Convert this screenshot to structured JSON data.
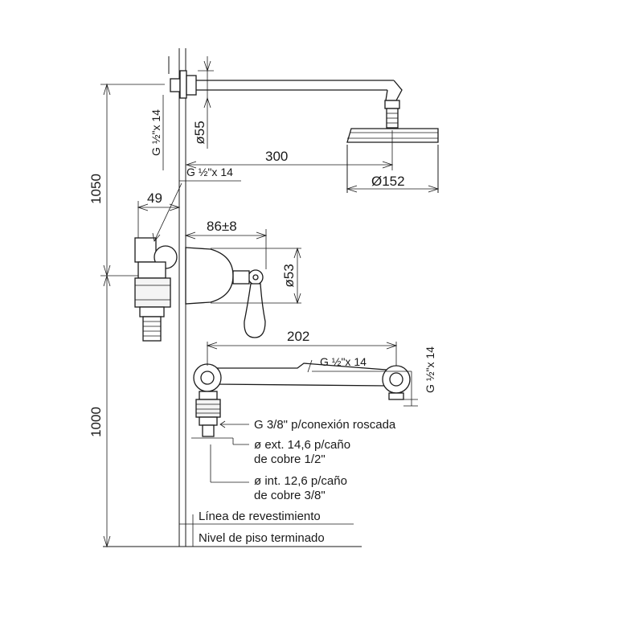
{
  "dimensions": {
    "height_upper": "1050",
    "height_lower": "1000",
    "arm_length": "300",
    "head_diameter": "Ø152",
    "flange_diameter": "ø55",
    "offset_49": "49",
    "body_depth": "86±8",
    "body_diameter": "ø53",
    "connector_spacing": "202"
  },
  "threads": {
    "arm_vertical": "G ½\"x 14",
    "arm_horizontal": "G ½\"x 14",
    "crossbar": "G ½\"x 14",
    "right_vertical": "G ½\"x 14"
  },
  "connection_notes": {
    "thread_note": "G 3/8\" p/conexión roscada",
    "ext_line1": "ø ext. 14,6 p/caño",
    "ext_line2": "de cobre 1/2\"",
    "int_line1": "ø int. 12,6 p/caño",
    "int_line2": "de cobre 3/8\""
  },
  "reference_lines": {
    "cladding": "Línea de revestimiento",
    "floor": "Nivel de piso terminado"
  }
}
